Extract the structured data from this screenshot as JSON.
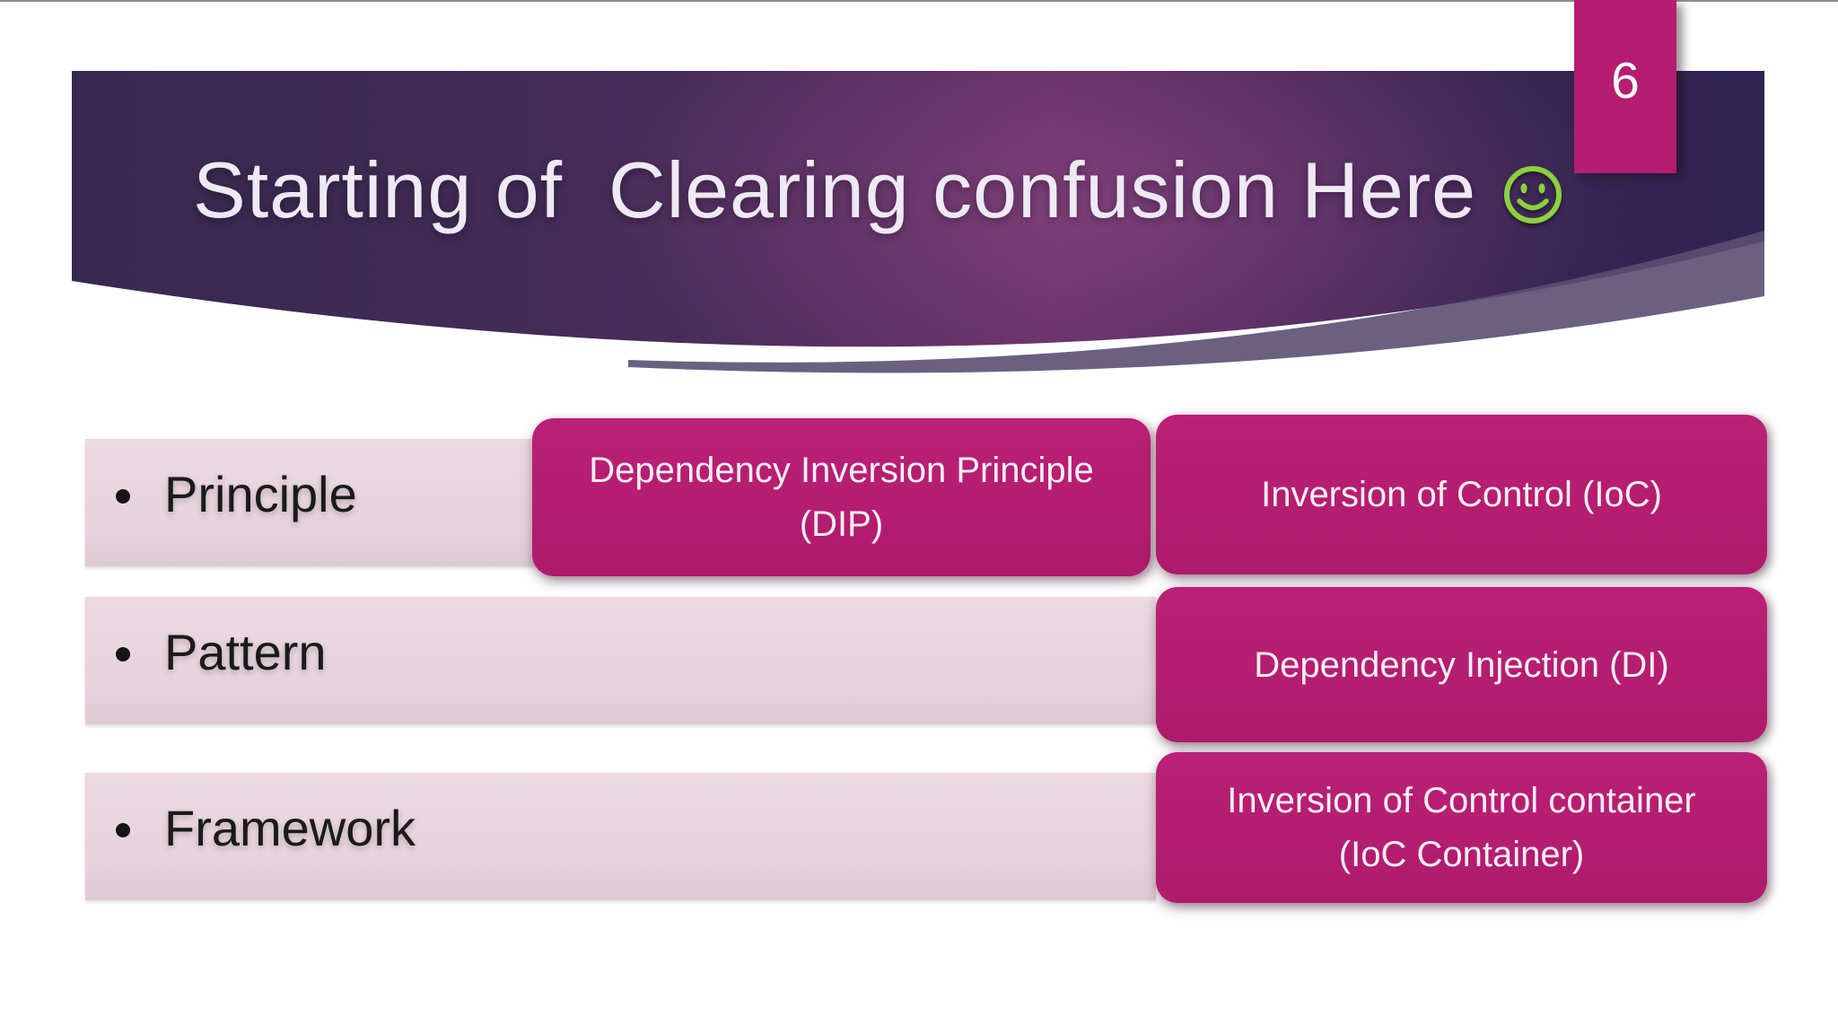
{
  "slide": {
    "page_number": "6",
    "header": {
      "title": "Starting of  Clearing confusion Here",
      "smiley_icon": "green-smiley-face"
    },
    "rows": [
      {
        "label": "Principle",
        "boxes": [
          {
            "lines": [
              "Dependency Inversion Principle",
              "(DIP)"
            ]
          },
          {
            "lines": [
              "Inversion of Control (IoC)"
            ]
          }
        ]
      },
      {
        "label": "Pattern",
        "boxes": [
          {
            "lines": [
              "Dependency Injection (DI)"
            ]
          }
        ]
      },
      {
        "label": "Framework",
        "boxes": [
          {
            "lines": [
              "Inversion of Control container",
              "(IoC Container)"
            ]
          }
        ]
      }
    ],
    "colors": {
      "accent_magenta": "#b41d71",
      "row_pink": "#e6d2dc",
      "band_dark_left": "#37294e",
      "band_mid_purple": "#5f2f63",
      "band_dark_right": "#2f2350",
      "swoosh_purple": "#5b4f72",
      "smiley_green": "#8ccf3f",
      "title_text": "#eee9f4"
    }
  }
}
